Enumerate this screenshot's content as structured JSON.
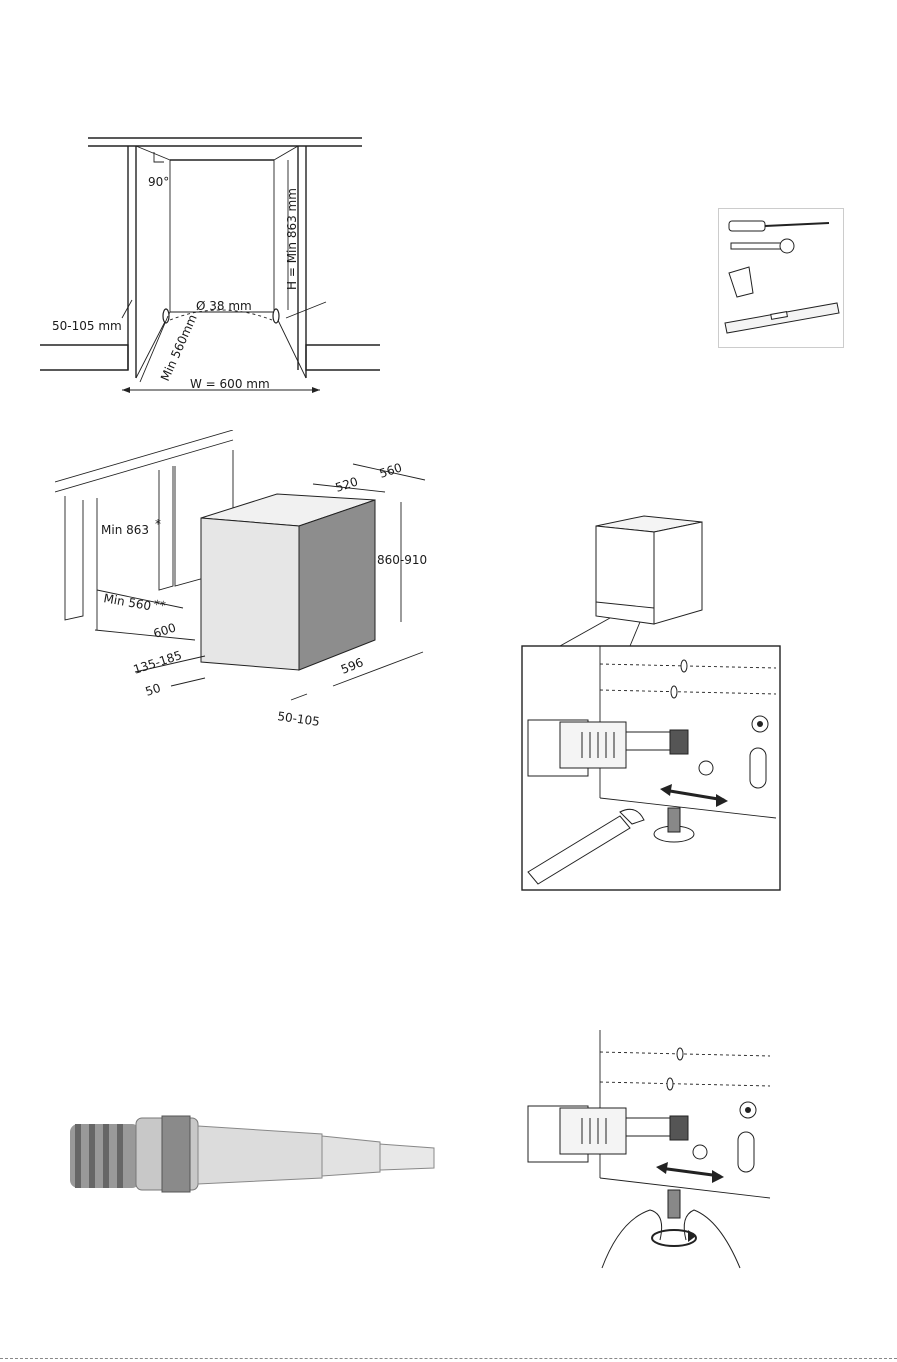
{
  "niche_diagram": {
    "angle_label": "90°",
    "height_label": "H = Min 863 mm",
    "side_gap_label": "50-105 mm",
    "hole_label": "Ø 38 mm",
    "depth_label": "Min 560mm",
    "width_label": "W = 600 mm"
  },
  "tools_illustration": {
    "items": [
      "screwdriver-icon",
      "wrench-icon",
      "tape-icon",
      "spirit-level-icon"
    ]
  },
  "dimensions_diagram": {
    "min_height_label": "Min 863",
    "min_height_mark": "*",
    "min_depth_label": "Min 560",
    "min_depth_mark": "**",
    "width_600": "600",
    "plinth_label": "135-185",
    "offset_50": "50",
    "door_gap_label": "50-105",
    "depth_596": "596",
    "height_range": "860-910",
    "depth_520": "520",
    "depth_560": "560"
  },
  "foot_adjust_diagram": {
    "icons": [
      "dishwasher-icon",
      "wrench-icon",
      "adjust-arrow-icon"
    ]
  },
  "hose_photo": {
    "icons": [
      "drain-hose-icon"
    ]
  },
  "hand_adjust_diagram": {
    "icons": [
      "hand-icon",
      "rotate-arrow-icon"
    ]
  }
}
